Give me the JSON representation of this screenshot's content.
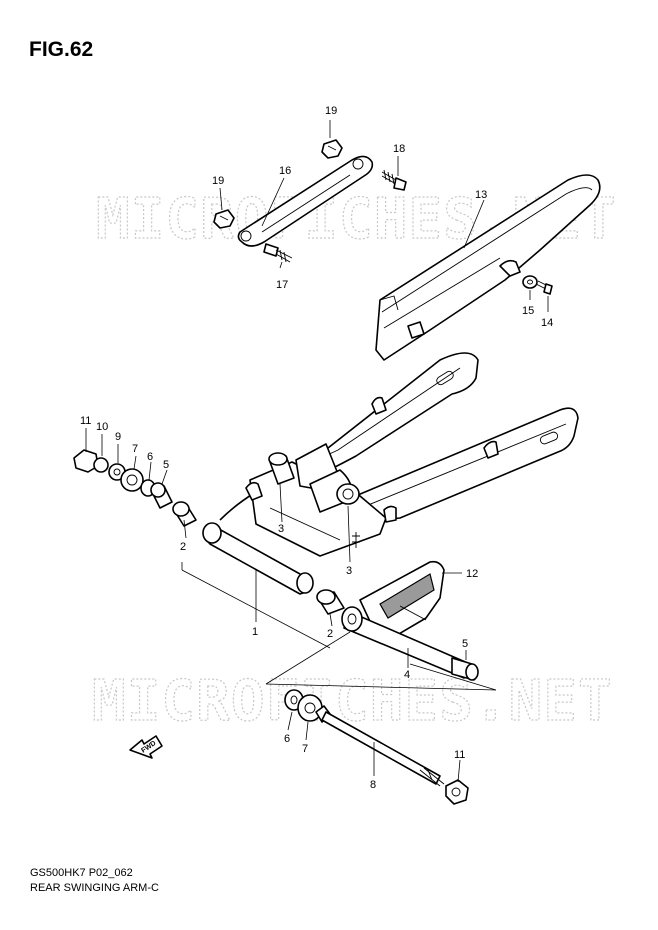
{
  "figure": {
    "title": "FIG.62"
  },
  "watermark": {
    "text": "MICROFICHES.NET"
  },
  "fwd_label": "FWD",
  "callouts": {
    "c19a": "19",
    "c18": "18",
    "c16": "16",
    "c19b": "19",
    "c13": "13",
    "c17": "17",
    "c15": "15",
    "c14": "14",
    "c11a": "11",
    "c10": "10",
    "c9": "9",
    "c7a": "7",
    "c6a": "6",
    "c5a": "5",
    "c3a": "3",
    "c2a": "2",
    "c3b": "3",
    "c12": "12",
    "c1": "1",
    "c2b": "2",
    "c5b": "5",
    "c4": "4",
    "c6b": "6",
    "c7b": "7",
    "c8": "8",
    "c11b": "11"
  },
  "footer": {
    "model_code": "GS500HK7 P02_062",
    "section_name": "REAR SWINGING ARM-C"
  }
}
